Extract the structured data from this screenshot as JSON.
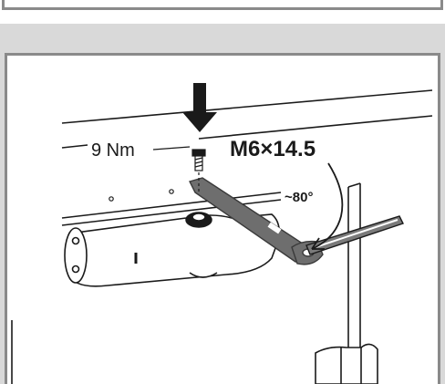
{
  "diagram": {
    "torque_label": "9 Nm",
    "screw_label": "M6×14.5",
    "angle_label": "~80°"
  },
  "colors": {
    "frame_border": "#8a8a8a",
    "band_gray": "#d9d9d9",
    "arm_gray": "#6e6e6e",
    "line_dark": "#1a1a1a"
  },
  "icons": [
    "down-arrow-icon",
    "screw-icon",
    "curved-arrow-icon"
  ]
}
